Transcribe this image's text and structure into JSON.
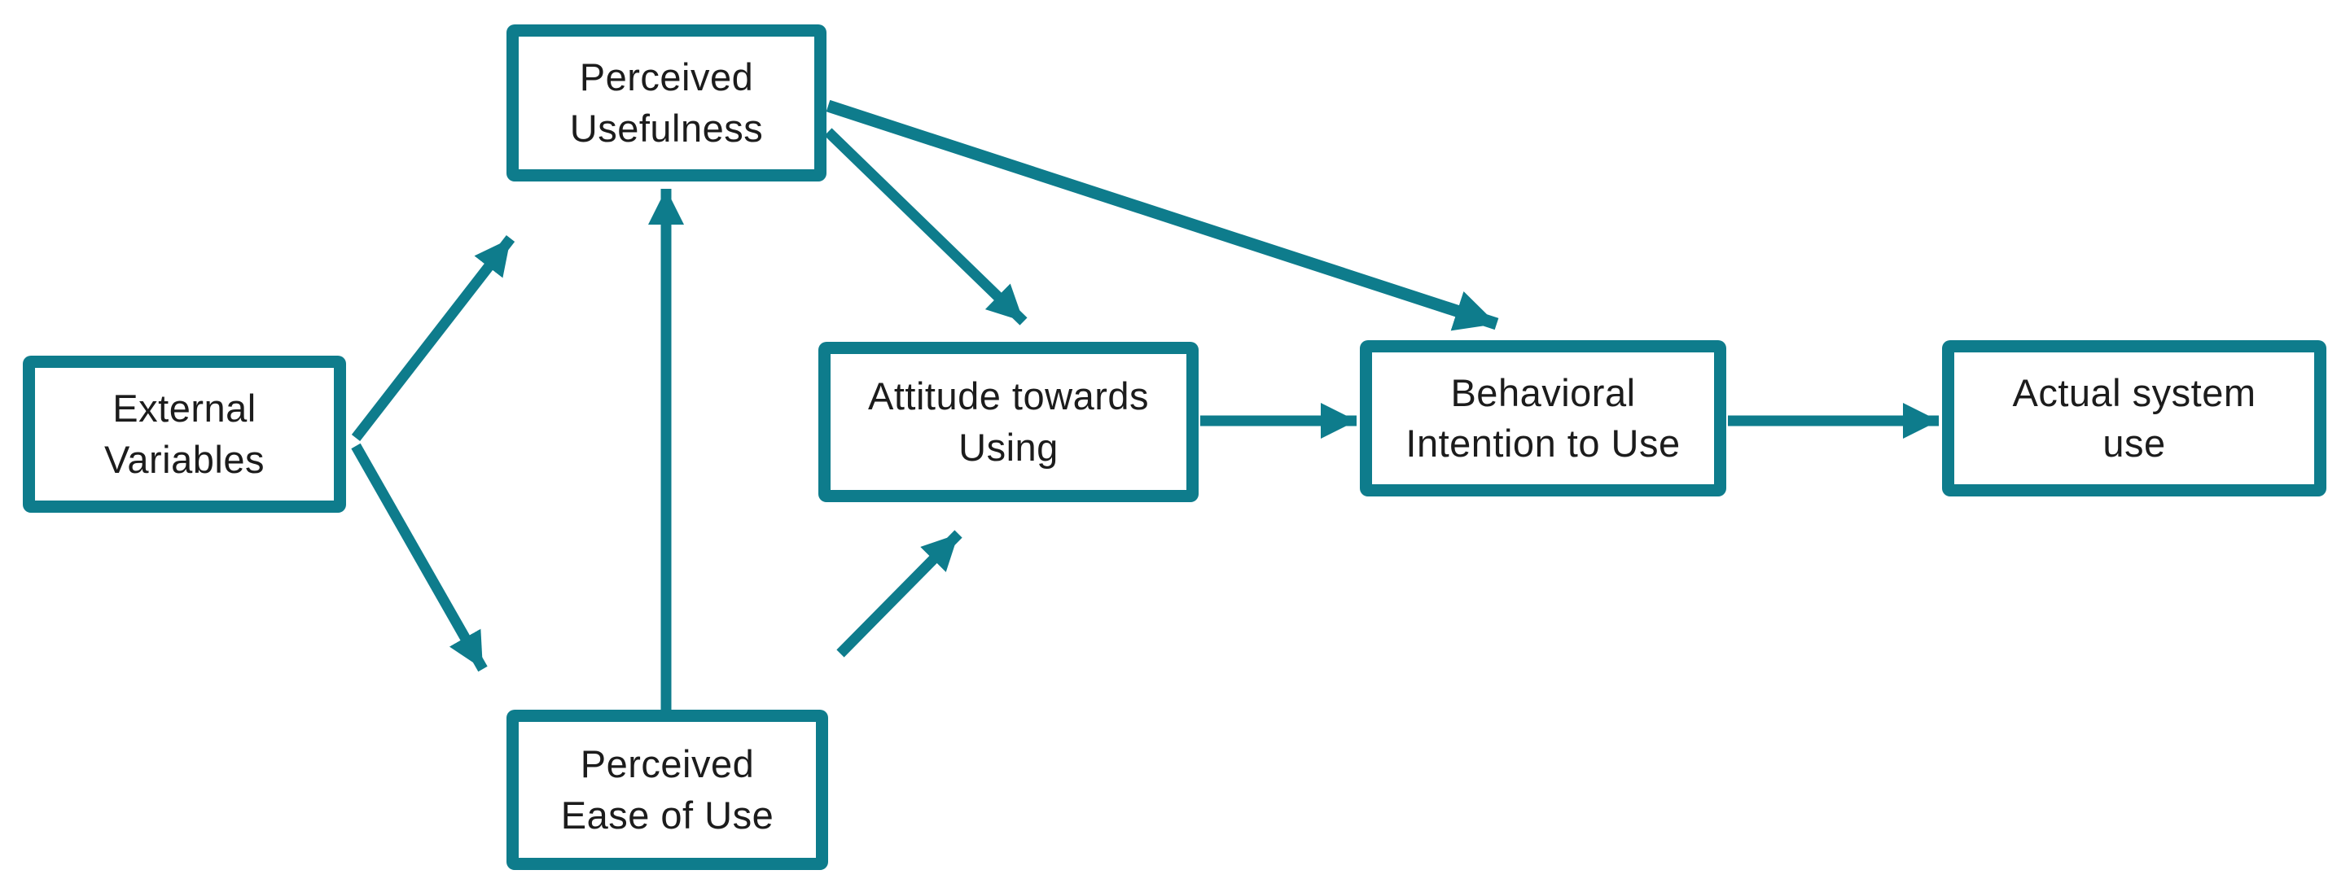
{
  "diagram": {
    "type": "flowchart",
    "colors": {
      "accent": "#0e7c8c",
      "text": "#1c1c1c",
      "background": "#ffffff"
    },
    "nodes": {
      "external_variables": {
        "label": "External\nVariables"
      },
      "perceived_usefulness": {
        "label": "Perceived\nUsefulness"
      },
      "perceived_ease_of_use": {
        "label": "Perceived\nEase of Use"
      },
      "attitude_towards_using": {
        "label": "Attitude towards\nUsing"
      },
      "behavioral_intention_to_use": {
        "label": "Behavioral\nIntention to Use"
      },
      "actual_system_use": {
        "label": "Actual system\nuse"
      }
    },
    "edges": [
      {
        "from": "external_variables",
        "to": "perceived_usefulness"
      },
      {
        "from": "external_variables",
        "to": "perceived_ease_of_use"
      },
      {
        "from": "perceived_ease_of_use",
        "to": "perceived_usefulness"
      },
      {
        "from": "perceived_usefulness",
        "to": "attitude_towards_using"
      },
      {
        "from": "perceived_usefulness",
        "to": "behavioral_intention_to_use"
      },
      {
        "from": "perceived_ease_of_use",
        "to": "attitude_towards_using"
      },
      {
        "from": "attitude_towards_using",
        "to": "behavioral_intention_to_use"
      },
      {
        "from": "behavioral_intention_to_use",
        "to": "actual_system_use"
      }
    ]
  }
}
